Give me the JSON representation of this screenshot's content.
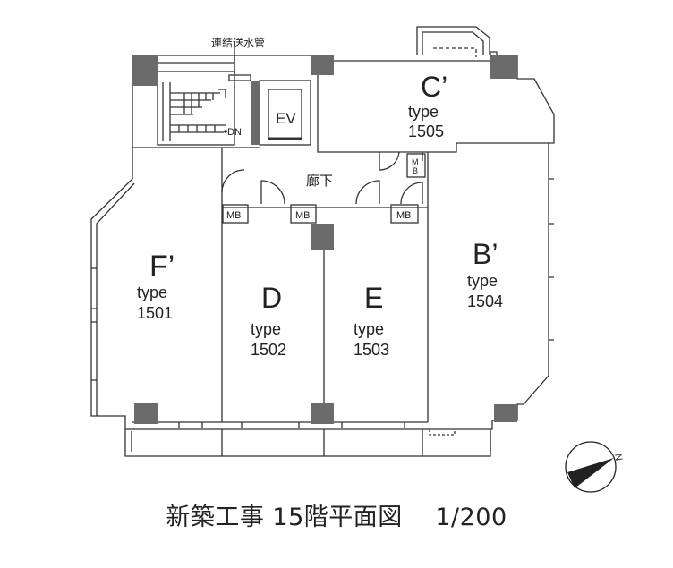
{
  "pipe_label": "連結送水管",
  "stair_label": "DN",
  "elevator_label": "EV",
  "corridor_label": "廊下",
  "mb_label": "MB",
  "mb_vertical": [
    "M",
    "B"
  ],
  "units": [
    {
      "name": "F’",
      "type_label": "type",
      "number": "1501"
    },
    {
      "name": "D",
      "type_label": "type",
      "number": "1502"
    },
    {
      "name": "E",
      "type_label": "type",
      "number": "1503"
    },
    {
      "name": "B’",
      "type_label": "type",
      "number": "1504"
    },
    {
      "name": "C’",
      "type_label": "type",
      "number": "1505"
    }
  ],
  "compass_label": "N",
  "caption": "新築工事 15階平面図　 1/200"
}
